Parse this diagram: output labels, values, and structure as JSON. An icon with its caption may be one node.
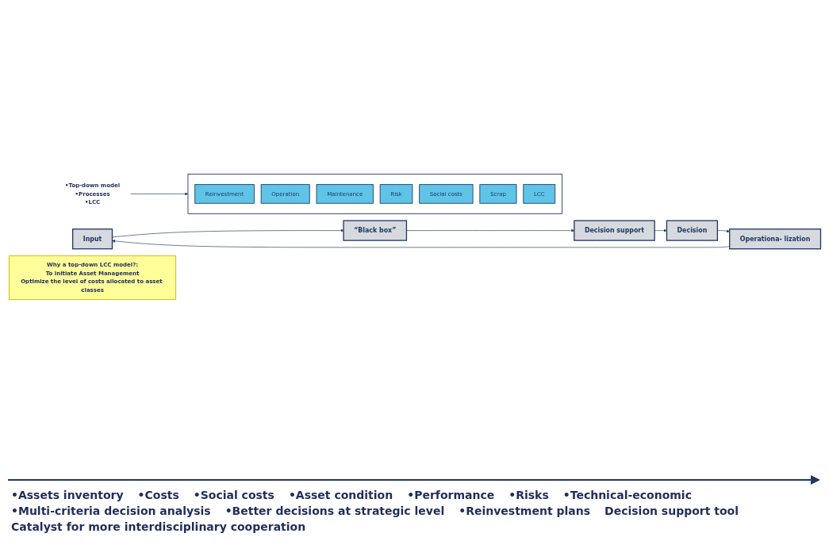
{
  "diagram": {
    "nodes": [
      {
        "text": [
          "Input"
        ]
      },
      {
        "text": [
          "“Black box”"
        ]
      },
      {
        "text": [
          "Decision support"
        ]
      },
      {
        "text": [
          "Decision"
        ]
      },
      {
        "text": [
          "Operationa- lization"
        ]
      },
      {
        "text": [
          "•Top-down model",
          "•Processes",
          "•LCC"
        ]
      },
      {
        "text": [],
        "shape": "box"
      },
      {
        "text": [
          "Reinvestment"
        ],
        "in": 6
      },
      {
        "text": [
          "Operation"
        ],
        "in": 6
      },
      {
        "text": [
          "Maintenance"
        ],
        "in": 6
      },
      {
        "text": [
          "Risk"
        ],
        "in": 6
      },
      {
        "text": [
          "Social costs"
        ],
        "in": 6
      },
      {
        "text": [
          "Scrap"
        ],
        "in": 6
      },
      {
        "text": [
          "LCC"
        ],
        "in": 6
      },
      {
        "text": [
          "Why a top-down LCC model?:",
          "To initiate Asset Management",
          "Optimize the level of costs allocated to asset classes"
        ]
      }
    ],
    "edges": [
      {
        "from": 0,
        "to": 1,
        "arrow": "to"
      },
      {
        "from": 1,
        "to": 2,
        "arrow": "to"
      },
      {
        "from": 2,
        "to": 3,
        "arrow": "to"
      },
      {
        "from": 3,
        "to": 4,
        "arrow": "to"
      },
      {
        "from": 4,
        "to": 0,
        "arrow": "to"
      },
      {
        "from": 5,
        "to": 6,
        "arrow": "to"
      }
    ],
    "labels": [
      "•Assets inventory",
      "•Costs",
      "•Social costs",
      "•Asset condition",
      "•Performance",
      "•Risks",
      "•Technical-economic",
      "•Multi-criteria decision analysis",
      "•Better decisions at strategic level",
      "•Reinvestment plans",
      "Decision support tool",
      "Catalyst for more interdisciplinary cooperation"
    ]
  }
}
